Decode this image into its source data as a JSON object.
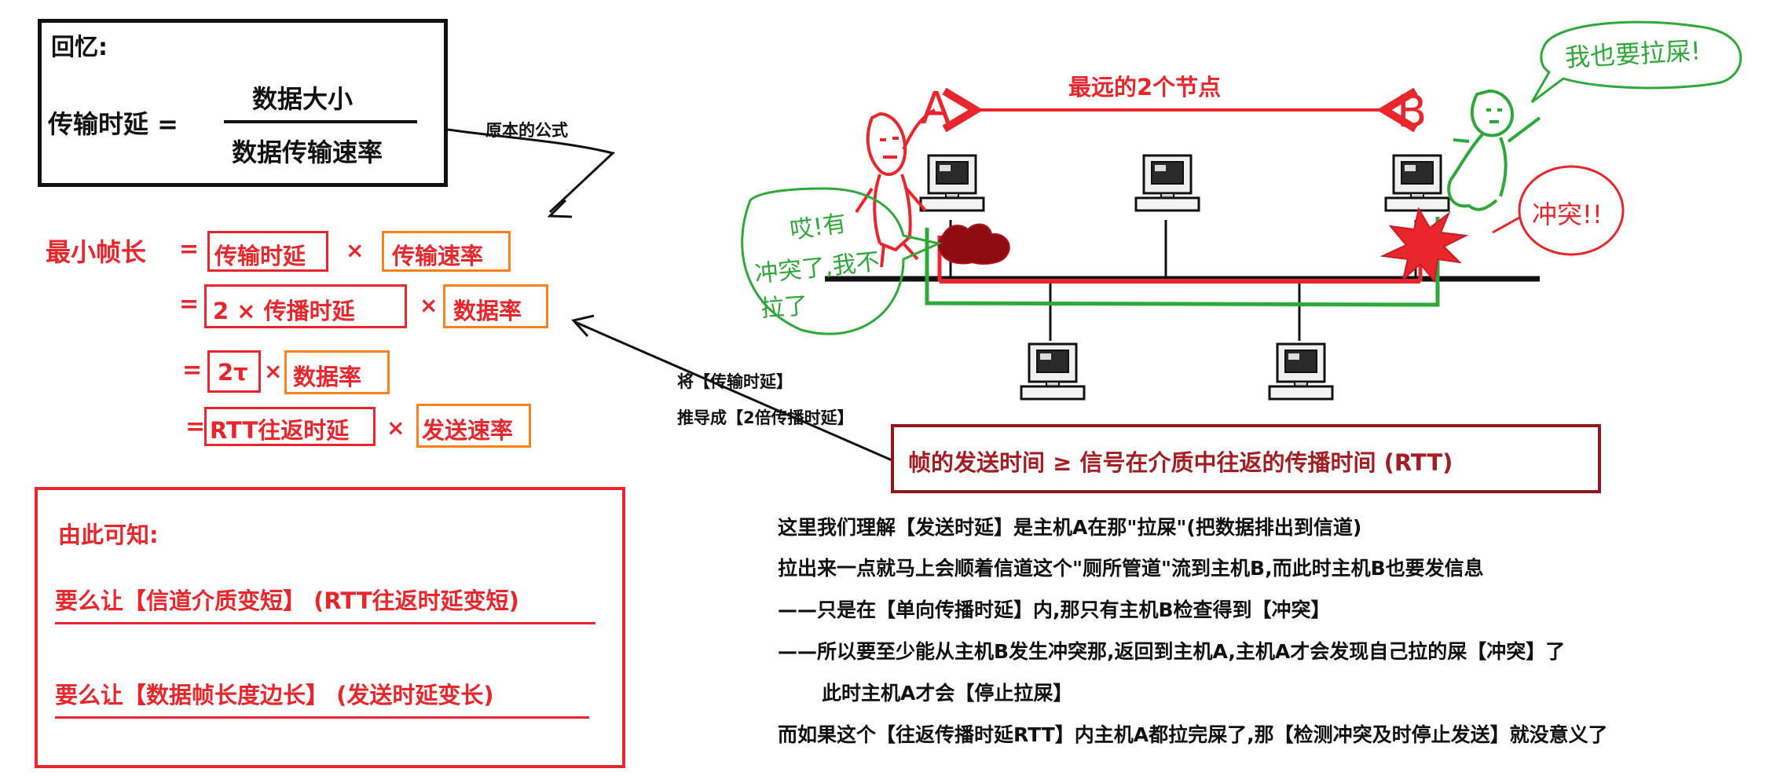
{
  "recall": {
    "heading": "回忆:",
    "lhs": "传输时延 =",
    "numerator": "数据大小",
    "denominator": "数据传输速率",
    "note": "原本的公式"
  },
  "derivation": {
    "label": "最小帧长",
    "eq": "=",
    "times": "×",
    "l1_a": "传输时延",
    "l1_b": "传输速率",
    "l2_a": "2 × 传播时延",
    "l2_b": "数据率",
    "l3_a": "2τ",
    "l3_b": "数据率",
    "l4_a": "RTT往返时延",
    "l4_b": "发送速率"
  },
  "conclusion": {
    "title": "由此可知:",
    "line1": "要么让【信道介质变短】 (RTT往返时延变短)",
    "line2": "要么让【数据帧长度边长】 (发送时延变长)"
  },
  "arrow_note": {
    "line1": "将【传输时延】",
    "line2": "推导成【2倍传播时延】"
  },
  "network": {
    "farthest_label": "最远的2个节点",
    "node_a": "A",
    "node_b": "B",
    "speech_a": [
      "哎!有",
      "冲突了,我不",
      "拉了"
    ],
    "speech_b": "我也要拉屎!",
    "conflict": "冲突!!"
  },
  "key_statement": "帧的发送时间 ≥ 信号在介质中往返的传播时间 (RTT)",
  "explanation": [
    "这里我们理解【发送时延】是主机A在那\"拉屎\"(把数据排出到信道)",
    "拉出来一点就马上会顺着信道这个\"厕所管道\"流到主机B,而此时主机B也要发信息",
    "——只是在【单向传播时延】内,那只有主机B检查得到【冲突】",
    "——所以要至少能从主机B发生冲突那,返回到主机A,主机A才会发现自己拉的屎【冲突】了",
    "此时主机A才会【停止拉屎】",
    "而如果这个【往返传播时延RTT】内主机A都拉完屎了,那【检测冲突及时停止发送】就没意义了"
  ],
  "colors": {
    "red": "#e8262b",
    "orange": "#f7821b",
    "dark_red": "#a31d22",
    "green": "#2fa83a"
  }
}
